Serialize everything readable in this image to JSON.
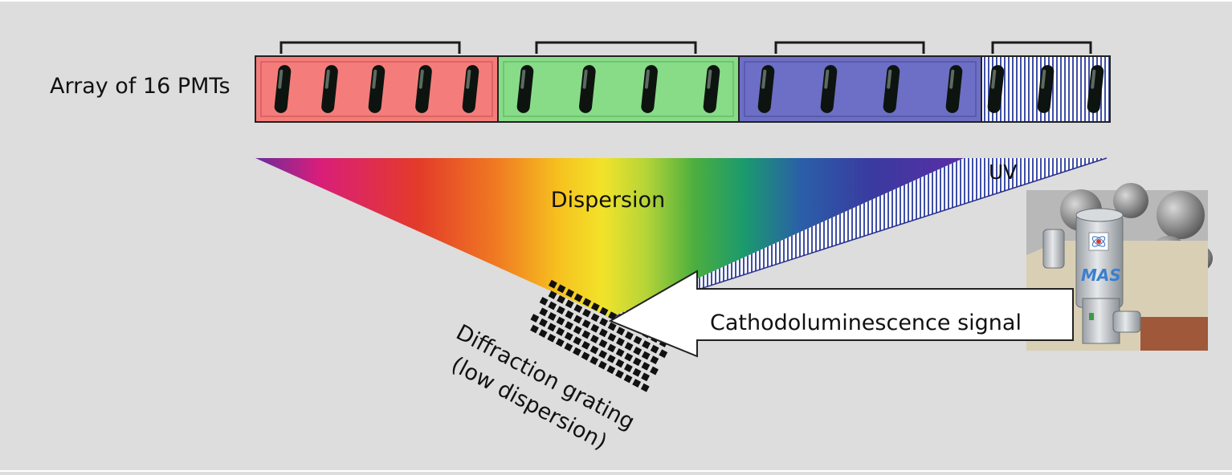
{
  "pmt_array": {
    "label": "Array of 16 PMTs",
    "colors": {
      "red": "#f47d7b",
      "green": "#88dc88",
      "blue": "#6c6fc5",
      "uv_stripe": "#3f4fa6"
    },
    "groups": [
      {
        "name": "red",
        "tube_count": 5
      },
      {
        "name": "green",
        "tube_count": 4
      },
      {
        "name": "blue",
        "tube_count": 4
      },
      {
        "name": "uv",
        "tube_count": 3
      }
    ]
  },
  "dispersion_label": "Dispersion",
  "uv_label": "UV",
  "signal_label": "Cathodoluminescence signal",
  "grating_label": [
    "Diffraction grating",
    "(low dispersion)"
  ],
  "instrument_logo": "MAS"
}
